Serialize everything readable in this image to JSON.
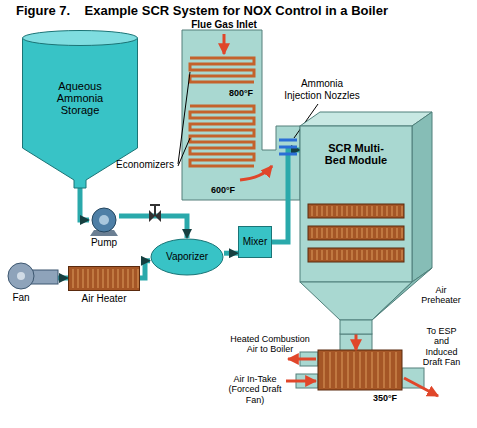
{
  "diagram": {
    "title": "Figure 7.    Example SCR System for NOX Control in a Boiler",
    "nodes": [
      {
        "text": [
          "Aqueous Ammonia Storage"
        ]
      },
      {
        "text": [
          "Pump"
        ]
      },
      {
        "text": [
          "Fan"
        ]
      },
      {
        "text": [
          "Air Heater"
        ]
      },
      {
        "text": [
          "Vaporizer"
        ]
      },
      {
        "text": [
          "Mixer"
        ]
      },
      {
        "text": [
          "SCR Multi-Bed Module"
        ]
      }
    ],
    "edges": [
      {
        "from": 0,
        "to": 1,
        "arrow": "to"
      },
      {
        "from": 1,
        "to": 4,
        "arrow": "to"
      },
      {
        "from": 2,
        "to": 3,
        "arrow": "to"
      },
      {
        "from": 3,
        "to": 4,
        "arrow": "to"
      },
      {
        "from": 4,
        "to": 5,
        "arrow": "to"
      },
      {
        "from": 5,
        "to": 6,
        "arrow": "to"
      }
    ],
    "labels": [
      "Flue Gas Inlet",
      "Economizers",
      "800°F",
      "600°F",
      "Ammonia Injection Nozzles",
      "Air Preheater",
      "Heated Combustion Air to Boiler",
      "Air In-Take (Forced Draft Fan)",
      "To ESP and Induced Draft Fan",
      "350°F"
    ]
  }
}
